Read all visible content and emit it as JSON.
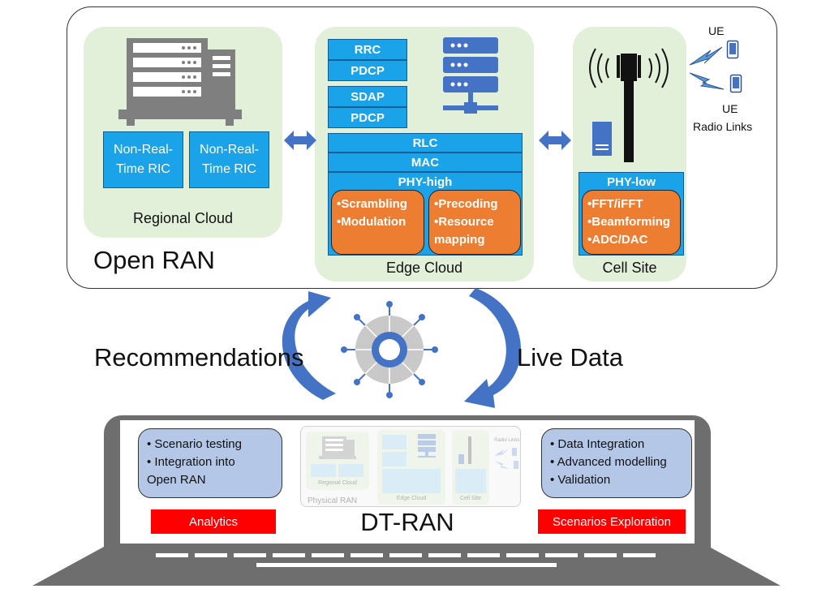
{
  "open_ran": {
    "title": "Open RAN",
    "regional_cloud": {
      "label": "Regional Cloud",
      "ric_boxes": [
        "Non-Real-\nTime RIC",
        "Non-Real-\nTime RIC"
      ]
    },
    "edge_cloud": {
      "label": "Edge Cloud",
      "top_stack_1": [
        "RRC",
        "PDCP"
      ],
      "top_stack_2": [
        "SDAP",
        "PDCP"
      ],
      "layers": [
        "RLC",
        "MAC",
        "PHY-high"
      ],
      "left_functions": "•Scrambling\n•Modulation",
      "right_functions": "•Precoding\n•Resource\n  mapping"
    },
    "cell_site": {
      "label": "Cell Site",
      "phy_low": "PHY-low",
      "functions": "•FFT/iFFT\n•Beamforming\n•ADC/DAC",
      "ue_top": "UE",
      "ue_bottom": "UE",
      "radio_links": "Radio Links"
    }
  },
  "middle": {
    "left_label": "Recommendations",
    "right_label": "Live Data"
  },
  "dt_ran": {
    "title": "DT-RAN",
    "left_box": "• Scenario testing\n• Integration into\n  Open RAN",
    "right_box": "• Data Integration\n• Advanced modelling\n• Validation",
    "analytics_button": "Analytics",
    "scenarios_button": "Scenarios Exploration",
    "thumbnail": {
      "physical_ran": "Physical RAN",
      "regional_cloud": "Regional Cloud",
      "edge_cloud": "Edge Cloud",
      "cell_site": "Cell Site",
      "radio_links": "Radio Links"
    }
  },
  "colors": {
    "panel_green": "#e2efd9",
    "layer_blue": "#1aa3e8",
    "function_orange": "#ed7d31",
    "arrow_blue": "#4472c4",
    "laptop_gray": "#6e6e6e",
    "button_red": "#ff0000",
    "box_lightblue": "#b4c7e7"
  }
}
